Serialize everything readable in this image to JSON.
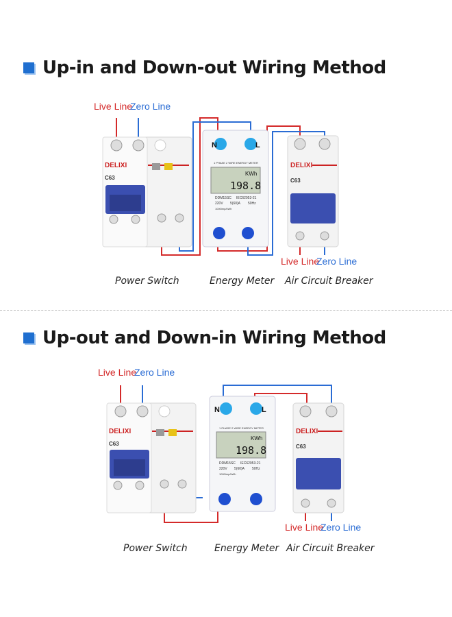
{
  "section1": {
    "title": "Up-in and Down-out Wiring Method",
    "live_label": "Live Line",
    "zero_label": "Zero Line",
    "out_live_label": "Live Line",
    "out_zero_label": "Zero Line",
    "captions": [
      "Power Switch",
      "Energy Meter",
      "Air Circuit Breaker"
    ]
  },
  "section2": {
    "title": "Up-out and Down-in Wiring Method",
    "live_label": "Live Line",
    "zero_label": "Zero Line",
    "out_live_label": "Live Line",
    "out_zero_label": "Zero Line",
    "captions": [
      "Power Switch",
      "Energy Meter",
      "Air Circuit Breaker"
    ]
  },
  "device": {
    "brand": "DELIXI",
    "switch_rating": "C63",
    "breaker_rating": "C63",
    "meter_header": "1 PHASE 2 WIRE ENERGY METER",
    "meter_unit": "KWh",
    "meter_reading": "198.8",
    "meter_model": "DDM15SC",
    "meter_standard": "IEC62053-21",
    "meter_voltage": "220V",
    "meter_current": "5(60)A",
    "meter_freq": "50Hz",
    "meter_const": "1000imp/kWh",
    "terminal_n": "N",
    "terminal_l": "L"
  },
  "colors": {
    "live": "#d42a2a",
    "zero": "#2a6cd4",
    "accent": "#1f6fd0",
    "device_blue": "#3b4fb0"
  }
}
